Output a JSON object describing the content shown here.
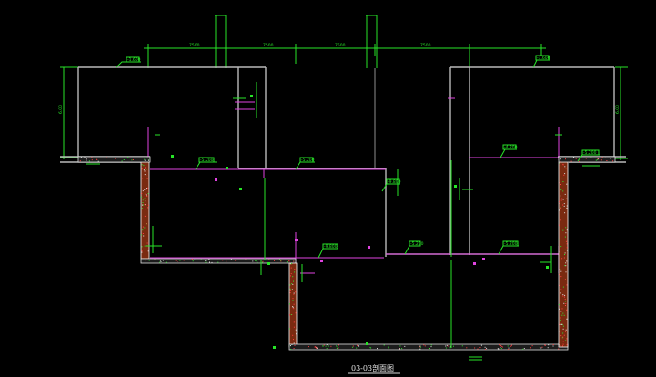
{
  "title": "03-03剖面图",
  "dimensions": {
    "top": [
      "7500",
      "7500",
      "7500",
      "7500"
    ],
    "left_height": "6.00",
    "right_height": "6.00"
  },
  "level_tags": [
    "-1.600",
    "-1.600",
    "-5.200",
    "-5.200",
    "-9.800",
    "-5.200",
    "-4.200",
    "-5.200",
    "-9.800",
    "-5.200"
  ],
  "colors": {
    "background": "#000000",
    "dimension": "#27e427",
    "beam": "#e043e0",
    "structure": "#b9b9b9",
    "wall_hatch": "#7a2a10"
  }
}
